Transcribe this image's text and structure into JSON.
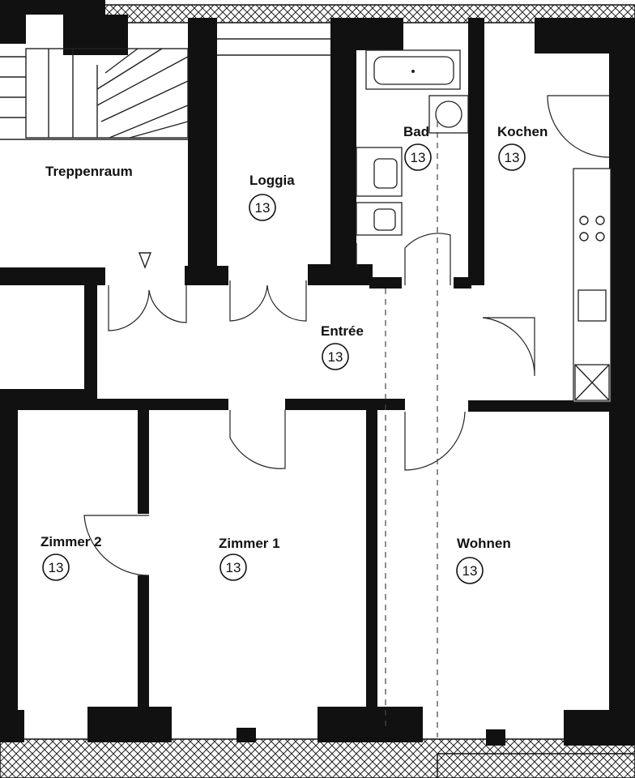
{
  "plan": {
    "rooms": [
      {
        "name": "Treppenraum"
      },
      {
        "name": "Loggia",
        "number": "13"
      },
      {
        "name": "Bad",
        "number": "13"
      },
      {
        "name": "Kochen",
        "number": "13"
      },
      {
        "name": "Entrée",
        "number": "13"
      },
      {
        "name": "Zimmer 2",
        "number": "13"
      },
      {
        "name": "Zimmer 1",
        "number": "13"
      },
      {
        "name": "Wohnen",
        "number": "13"
      }
    ]
  }
}
